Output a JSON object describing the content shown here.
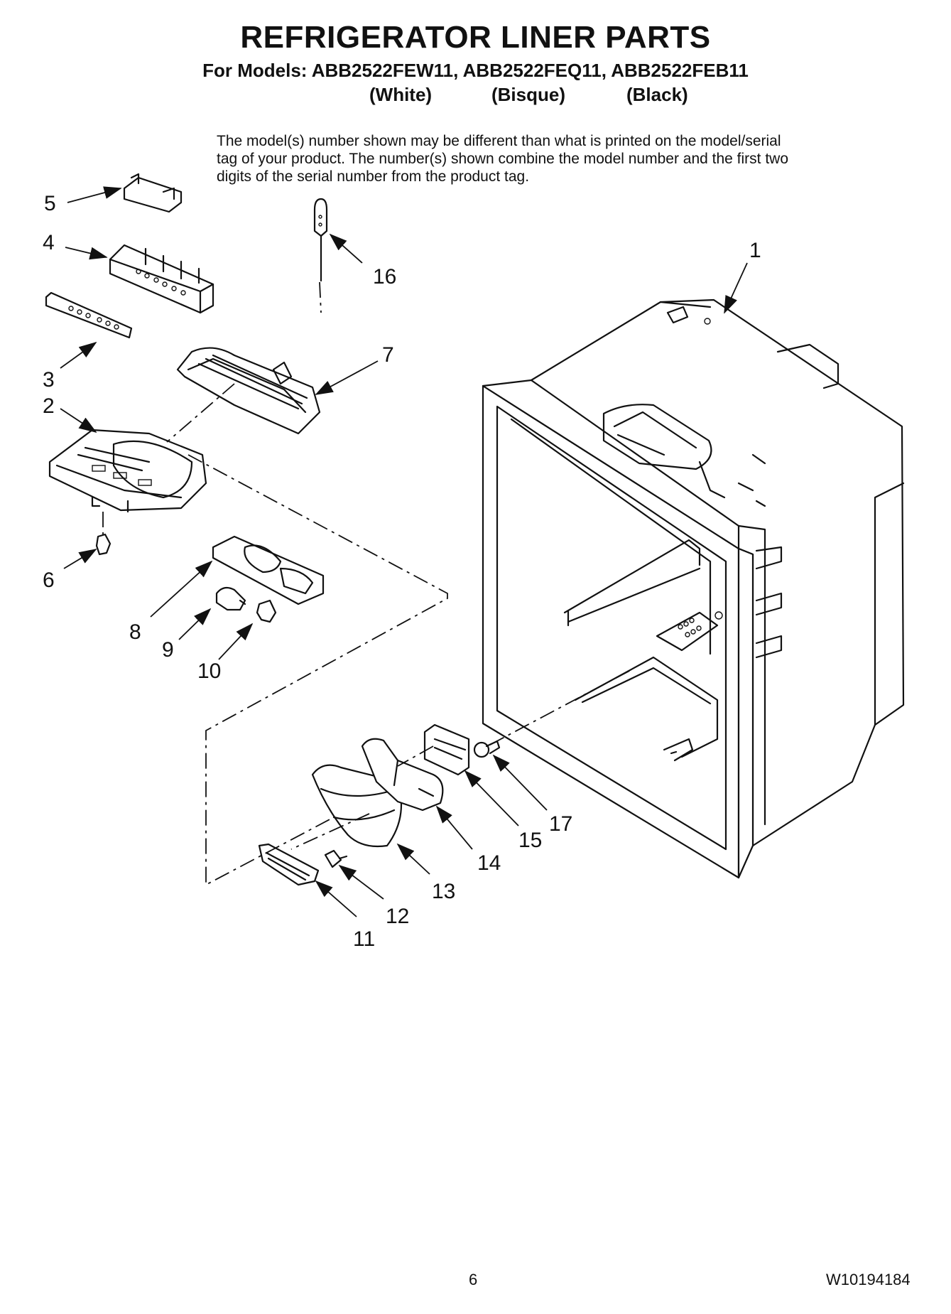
{
  "header": {
    "title": "REFRIGERATOR LINER PARTS",
    "models": "For Models: ABB2522FEW11, ABB2522FEQ11, ABB2522FEB11",
    "colors": [
      "(White)",
      "(Bisque)",
      "(Black)"
    ]
  },
  "note": "The model(s) number shown may be different than what is printed on the model/serial tag of your product. The number(s) shown combine the model number and the first two digits of the serial number from the product tag.",
  "callouts": {
    "c1": "1",
    "c2": "2",
    "c3": "3",
    "c4": "4",
    "c5": "5",
    "c6": "6",
    "c7": "7",
    "c8": "8",
    "c9": "9",
    "c10": "10",
    "c11": "11",
    "c12": "12",
    "c13": "13",
    "c14": "14",
    "c15": "15",
    "c16": "16",
    "c17": "17"
  },
  "footer": {
    "page_number": "6",
    "document_number": "W10194184"
  }
}
